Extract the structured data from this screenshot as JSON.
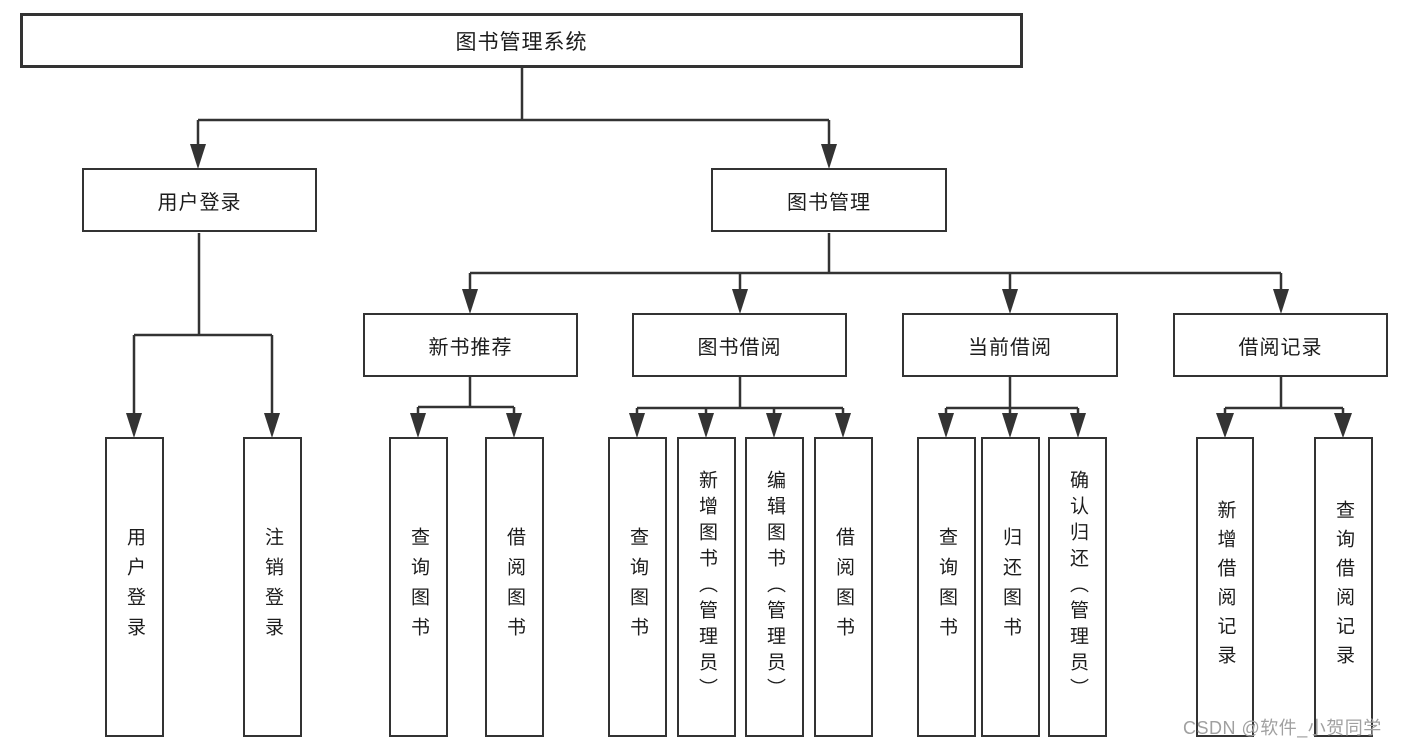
{
  "tree": {
    "root": {
      "label": "图书管理系统"
    },
    "level2": [
      {
        "label": "用户登录",
        "children": [
          {
            "label": "用户登录"
          },
          {
            "label": "注销登录"
          }
        ]
      },
      {
        "label": "图书管理",
        "children": [
          {
            "label": "新书推荐",
            "children": [
              {
                "label": "查询图书"
              },
              {
                "label": "借阅图书"
              }
            ]
          },
          {
            "label": "图书借阅",
            "children": [
              {
                "label": "查询图书"
              },
              {
                "label": "新增图书（管理员）"
              },
              {
                "label": "编辑图书（管理员）"
              },
              {
                "label": "借阅图书"
              }
            ]
          },
          {
            "label": "当前借阅",
            "children": [
              {
                "label": "查询图书"
              },
              {
                "label": "归还图书"
              },
              {
                "label": "确认归还（管理员）"
              }
            ]
          },
          {
            "label": "借阅记录",
            "children": [
              {
                "label": "新增借阅记录"
              },
              {
                "label": "查询借阅记录"
              }
            ]
          }
        ]
      }
    ]
  },
  "watermark": {
    "text": "CSDN @软件_小贺同学"
  },
  "colors": {
    "line": "#333333",
    "text": "#1c1c1c",
    "watermark": "#a0a0a0",
    "background": "#ffffff"
  }
}
